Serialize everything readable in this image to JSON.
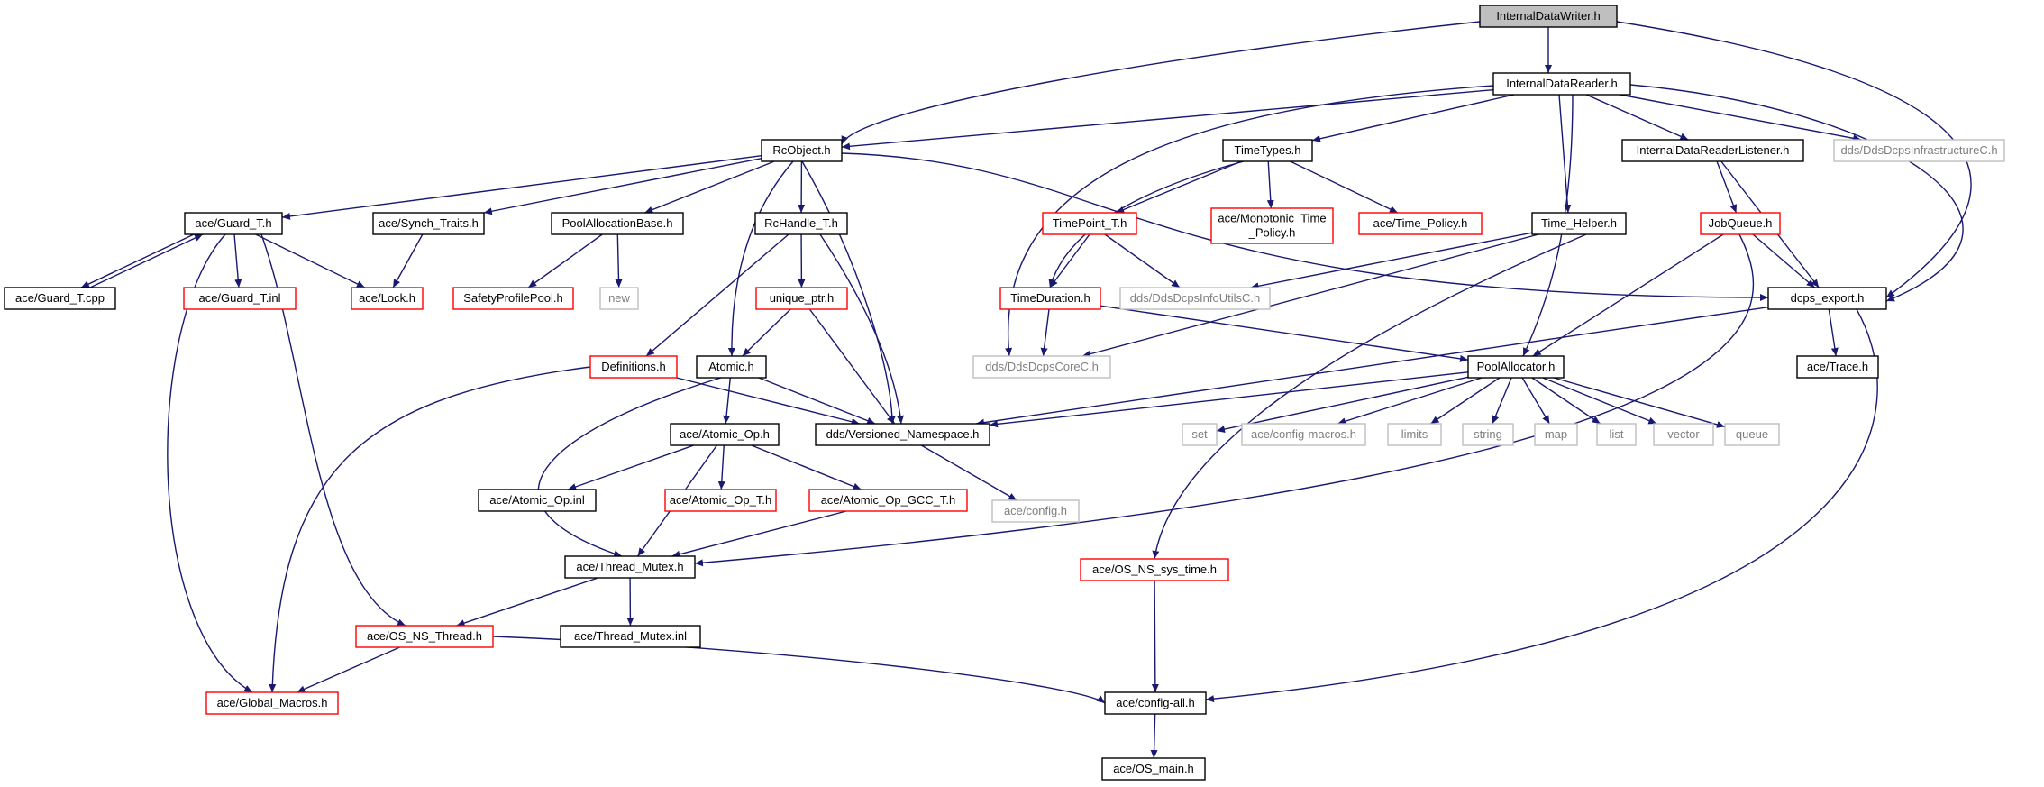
{
  "colors": {
    "root_fill": "#bfbfbf",
    "normal": "#000000",
    "incomplete": "#ff0000",
    "external": "#bfbfbf",
    "edge": "#191970",
    "external_text": "#7f7f7f"
  },
  "nodes": {
    "idw": {
      "label": "InternalDataWriter.h",
      "kind": "root"
    },
    "idr": {
      "label": "InternalDataReader.h",
      "kind": "normal"
    },
    "rcobj": {
      "label": "RcObject.h",
      "kind": "normal"
    },
    "timetypes": {
      "label": "TimeTypes.h",
      "kind": "normal"
    },
    "idrl": {
      "label": "InternalDataReaderListener.h",
      "kind": "normal"
    },
    "infra": {
      "label": "dds/DdsDcpsInfrastructureC.h",
      "kind": "external"
    },
    "guardt": {
      "label": "ace/Guard_T.h",
      "kind": "normal"
    },
    "synch": {
      "label": "ace/Synch_Traits.h",
      "kind": "normal"
    },
    "poolalloc_base": {
      "label": "PoolAllocationBase.h",
      "kind": "normal"
    },
    "rchandle": {
      "label": "RcHandle_T.h",
      "kind": "normal"
    },
    "monotonic": {
      "label": "ace/Monotonic_Time\n_Policy.h",
      "kind": "incomplete"
    },
    "timepolicy": {
      "label": "ace/Time_Policy.h",
      "kind": "incomplete"
    },
    "timepoint": {
      "label": "TimePoint_T.h",
      "kind": "incomplete"
    },
    "timehelper": {
      "label": "Time_Helper.h",
      "kind": "normal"
    },
    "jobqueue": {
      "label": "JobQueue.h",
      "kind": "incomplete"
    },
    "guardcpp": {
      "label": "ace/Guard_T.cpp",
      "kind": "normal"
    },
    "guardinl": {
      "label": "ace/Guard_T.inl",
      "kind": "incomplete"
    },
    "lock": {
      "label": "ace/Lock.h",
      "kind": "incomplete"
    },
    "safetypool": {
      "label": "SafetyProfilePool.h",
      "kind": "incomplete"
    },
    "new": {
      "label": "new",
      "kind": "external"
    },
    "uniqueptr": {
      "label": "unique_ptr.h",
      "kind": "incomplete"
    },
    "timeduration": {
      "label": "TimeDuration.h",
      "kind": "incomplete"
    },
    "infoutils": {
      "label": "dds/DdsDcpsInfoUtilsC.h",
      "kind": "external"
    },
    "dcpsexport": {
      "label": "dcps_export.h",
      "kind": "normal"
    },
    "definitions": {
      "label": "Definitions.h",
      "kind": "incomplete"
    },
    "atomic": {
      "label": "Atomic.h",
      "kind": "normal"
    },
    "corec": {
      "label": "dds/DdsDcpsCoreC.h",
      "kind": "external"
    },
    "poolallocator": {
      "label": "PoolAllocator.h",
      "kind": "normal"
    },
    "acetrace": {
      "label": "ace/Trace.h",
      "kind": "normal"
    },
    "atomicop": {
      "label": "ace/Atomic_Op.h",
      "kind": "normal"
    },
    "versioned": {
      "label": "dds/Versioned_Namespace.h",
      "kind": "normal"
    },
    "set": {
      "label": "set",
      "kind": "external"
    },
    "configmacros": {
      "label": "ace/config-macros.h",
      "kind": "external"
    },
    "limits": {
      "label": "limits",
      "kind": "external"
    },
    "string": {
      "label": "string",
      "kind": "external"
    },
    "map": {
      "label": "map",
      "kind": "external"
    },
    "list": {
      "label": "list",
      "kind": "external"
    },
    "vector": {
      "label": "vector",
      "kind": "external"
    },
    "queue": {
      "label": "queue",
      "kind": "external"
    },
    "atomicopinl": {
      "label": "ace/Atomic_Op.inl",
      "kind": "normal"
    },
    "atomicopt": {
      "label": "ace/Atomic_Op_T.h",
      "kind": "incomplete"
    },
    "atomicopgcc": {
      "label": "ace/Atomic_Op_GCC_T.h",
      "kind": "incomplete"
    },
    "aceconfig": {
      "label": "ace/config.h",
      "kind": "external"
    },
    "threadmutex": {
      "label": "ace/Thread_Mutex.h",
      "kind": "normal"
    },
    "osnssystime": {
      "label": "ace/OS_NS_sys_time.h",
      "kind": "incomplete"
    },
    "osnsthread": {
      "label": "ace/OS_NS_Thread.h",
      "kind": "incomplete"
    },
    "threadmutexinl": {
      "label": "ace/Thread_Mutex.inl",
      "kind": "normal"
    },
    "globalmacros": {
      "label": "ace/Global_Macros.h",
      "kind": "incomplete"
    },
    "configall": {
      "label": "ace/config-all.h",
      "kind": "normal"
    },
    "osmain": {
      "label": "ace/OS_main.h",
      "kind": "normal"
    }
  },
  "edges": [
    [
      "idw",
      "idr"
    ],
    [
      "idw",
      "rcobj"
    ],
    [
      "idw",
      "dcpsexport"
    ],
    [
      "idr",
      "rcobj"
    ],
    [
      "idr",
      "timetypes"
    ],
    [
      "idr",
      "idrl"
    ],
    [
      "idr",
      "infra"
    ],
    [
      "idr",
      "timehelper"
    ],
    [
      "idr",
      "corec"
    ],
    [
      "idr",
      "poolallocator"
    ],
    [
      "idr",
      "dcpsexport"
    ],
    [
      "rcobj",
      "guardt"
    ],
    [
      "rcobj",
      "synch"
    ],
    [
      "rcobj",
      "poolalloc_base"
    ],
    [
      "rcobj",
      "rchandle"
    ],
    [
      "rcobj",
      "atomic"
    ],
    [
      "rcobj",
      "versioned"
    ],
    [
      "rcobj",
      "dcpsexport"
    ],
    [
      "timetypes",
      "monotonic"
    ],
    [
      "timetypes",
      "timepolicy"
    ],
    [
      "timetypes",
      "timepoint"
    ],
    [
      "timetypes",
      "timeduration"
    ],
    [
      "idrl",
      "jobqueue"
    ],
    [
      "idrl",
      "dcpsexport"
    ],
    [
      "guardt",
      "guardcpp"
    ],
    [
      "guardcpp",
      "guardt"
    ],
    [
      "guardt",
      "guardinl"
    ],
    [
      "guardt",
      "lock"
    ],
    [
      "guardt",
      "osnsthread"
    ],
    [
      "guardt",
      "globalmacros"
    ],
    [
      "synch",
      "lock"
    ],
    [
      "poolalloc_base",
      "safetypool"
    ],
    [
      "poolalloc_base",
      "new"
    ],
    [
      "rchandle",
      "uniqueptr"
    ],
    [
      "rchandle",
      "definitions"
    ],
    [
      "rchandle",
      "versioned"
    ],
    [
      "timepoint",
      "timeduration"
    ],
    [
      "timepoint",
      "infoutils"
    ],
    [
      "timehelper",
      "infoutils"
    ],
    [
      "timehelper",
      "corec"
    ],
    [
      "timehelper",
      "osnssystime"
    ],
    [
      "jobqueue",
      "dcpsexport"
    ],
    [
      "jobqueue",
      "poolallocator"
    ],
    [
      "jobqueue",
      "threadmutex"
    ],
    [
      "uniqueptr",
      "atomic"
    ],
    [
      "uniqueptr",
      "versioned"
    ],
    [
      "timeduration",
      "corec"
    ],
    [
      "timeduration",
      "poolallocator"
    ],
    [
      "dcpsexport",
      "versioned"
    ],
    [
      "dcpsexport",
      "acetrace"
    ],
    [
      "dcpsexport",
      "configall"
    ],
    [
      "definitions",
      "versioned"
    ],
    [
      "definitions",
      "globalmacros"
    ],
    [
      "atomic",
      "atomicop"
    ],
    [
      "atomic",
      "versioned"
    ],
    [
      "atomic",
      "threadmutex"
    ],
    [
      "poolallocator",
      "versioned"
    ],
    [
      "poolallocator",
      "set"
    ],
    [
      "poolallocator",
      "configmacros"
    ],
    [
      "poolallocator",
      "limits"
    ],
    [
      "poolallocator",
      "string"
    ],
    [
      "poolallocator",
      "map"
    ],
    [
      "poolallocator",
      "list"
    ],
    [
      "poolallocator",
      "vector"
    ],
    [
      "poolallocator",
      "queue"
    ],
    [
      "atomicop",
      "atomicopinl"
    ],
    [
      "atomicop",
      "atomicopt"
    ],
    [
      "atomicop",
      "atomicopgcc"
    ],
    [
      "atomicop",
      "threadmutex"
    ],
    [
      "atomicopgcc",
      "threadmutex"
    ],
    [
      "versioned",
      "aceconfig"
    ],
    [
      "threadmutex",
      "osnsthread"
    ],
    [
      "threadmutex",
      "threadmutexinl"
    ],
    [
      "osnssystime",
      "configall"
    ],
    [
      "osnsthread",
      "globalmacros"
    ],
    [
      "osnsthread",
      "configall"
    ],
    [
      "configall",
      "osmain"
    ]
  ]
}
